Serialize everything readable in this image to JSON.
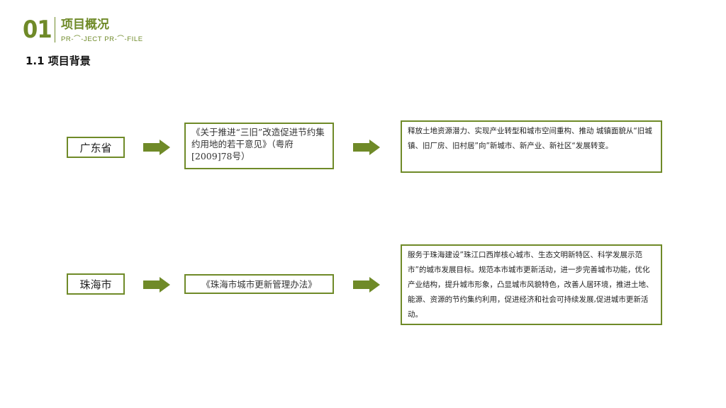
{
  "header": {
    "number": "01",
    "title": "项目概况",
    "subtitle": "PR-⌒-JECT PR-⌒-FILE"
  },
  "section_title": "1.1 项目背景",
  "rows": [
    {
      "region": "广东省",
      "policy": "《关于推进“三旧”改造促进节约集约用地的若干意见》（粤府[2009]78号）",
      "description": "释放土地资源潜力、实现产业转型和城市空间重构、推动 城镇面貌从“旧城镇、旧厂房、旧村居”向”新城市、新产业、新社区“发展转变。"
    },
    {
      "region": "珠海市",
      "policy": "《珠海市城市更新管理办法》",
      "description": "服务于珠海建设”珠江口西岸核心城市、生态文明新特区、科学发展示范市”的城市发展目标。规范本市城市更新活动，进一步完善城市功能，优化产业结构，提升城市形象，凸显城市风貌特色，改善人居环境，推进土地、能源、资源的节约集约利用，促进经济和社会可持续发展,促进城市更新活动。"
    }
  ],
  "colors": {
    "accent": "#6f8a28"
  }
}
